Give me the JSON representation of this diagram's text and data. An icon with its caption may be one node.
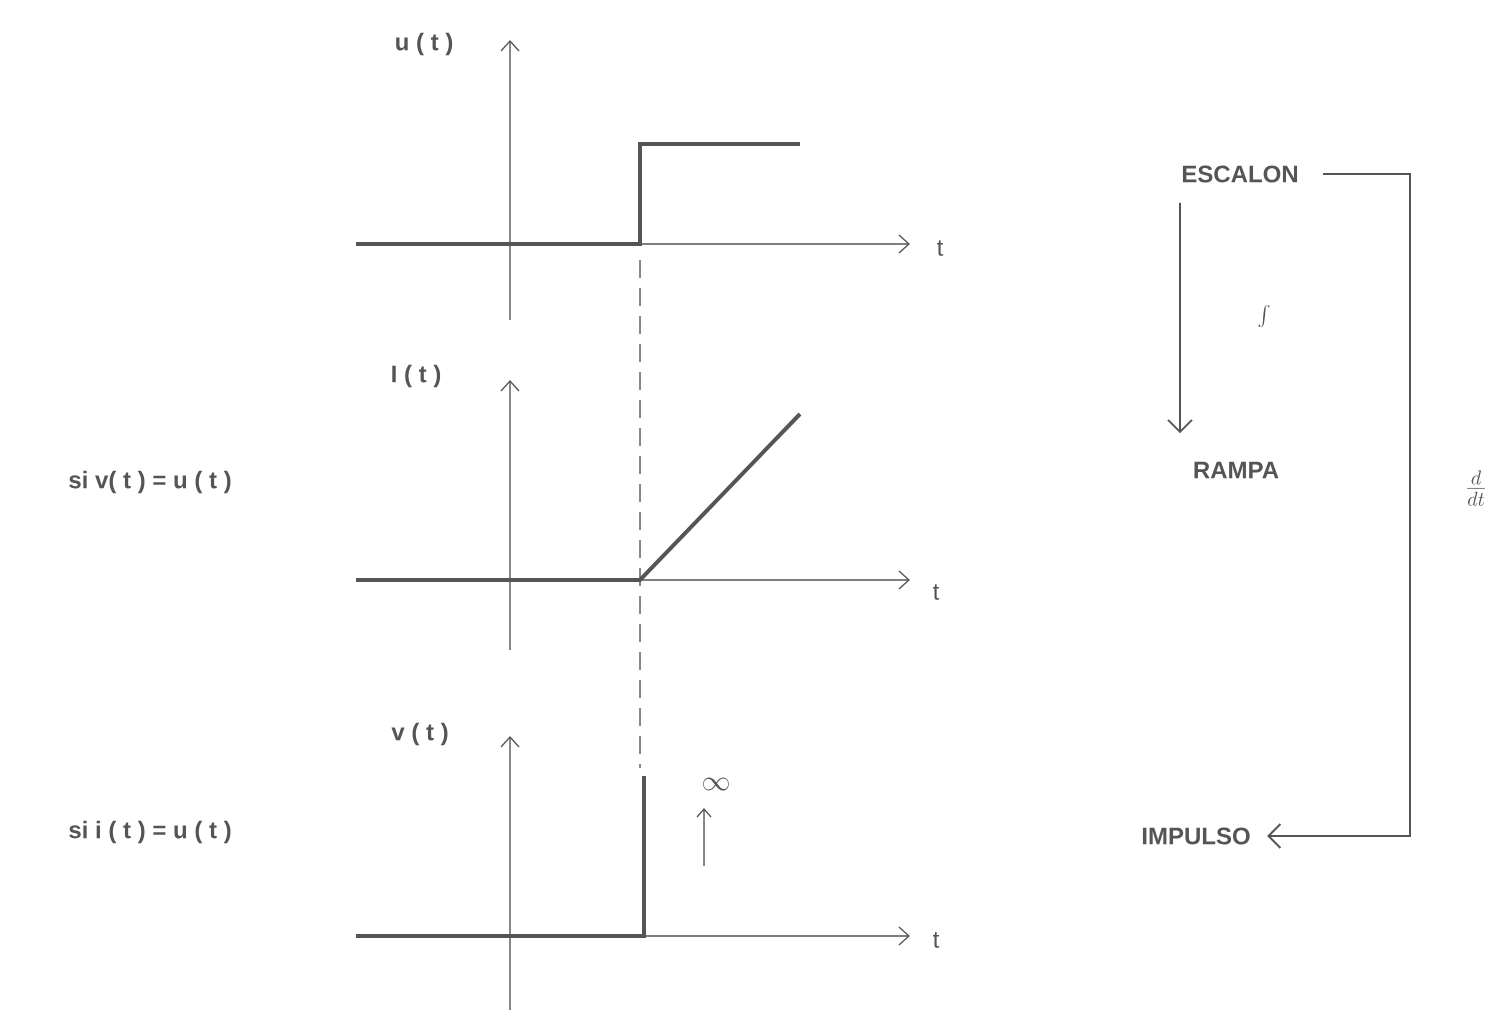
{
  "diagram": {
    "nodes": [
      {
        "text": [
          "ESCALON"
        ]
      },
      {
        "text": [
          "RAMPA"
        ]
      },
      {
        "text": [
          "IMPULSO"
        ]
      }
    ],
    "edges": [
      {
        "from": 0,
        "to": 1,
        "arrow": "to",
        "label": "\\int"
      },
      {
        "from": 0,
        "to": 2,
        "arrow": "to",
        "label": "\\frac{d}{dt}"
      }
    ],
    "labels": [
      "u ( t )",
      "t",
      "I ( t )",
      "si v( t ) = u ( t )",
      "t",
      "v ( t )",
      "\\infty",
      "si i ( t ) = u ( t )",
      "t"
    ]
  }
}
